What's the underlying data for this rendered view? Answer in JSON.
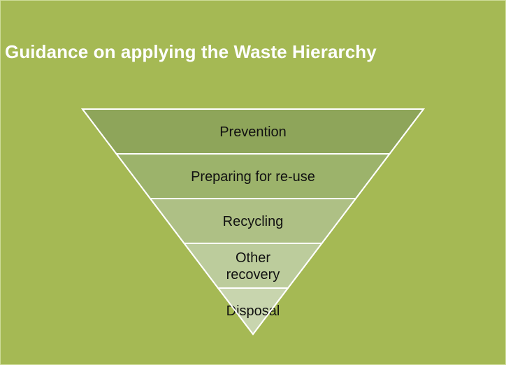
{
  "title": "Guidance on applying the Waste Hierarchy",
  "hierarchy": {
    "levels": [
      {
        "label_lines": [
          "Prevention"
        ],
        "color": "#8ea55a"
      },
      {
        "label_lines": [
          "Preparing for re-use"
        ],
        "color": "#9cb36b"
      },
      {
        "label_lines": [
          "Recycling"
        ],
        "color": "#aec085"
      },
      {
        "label_lines": [
          "Other",
          "recovery"
        ],
        "color": "#bccc9c"
      },
      {
        "label_lines": [
          "Disposal"
        ],
        "color": "#c8d5ae"
      }
    ],
    "outline_color": "#ffffff"
  }
}
